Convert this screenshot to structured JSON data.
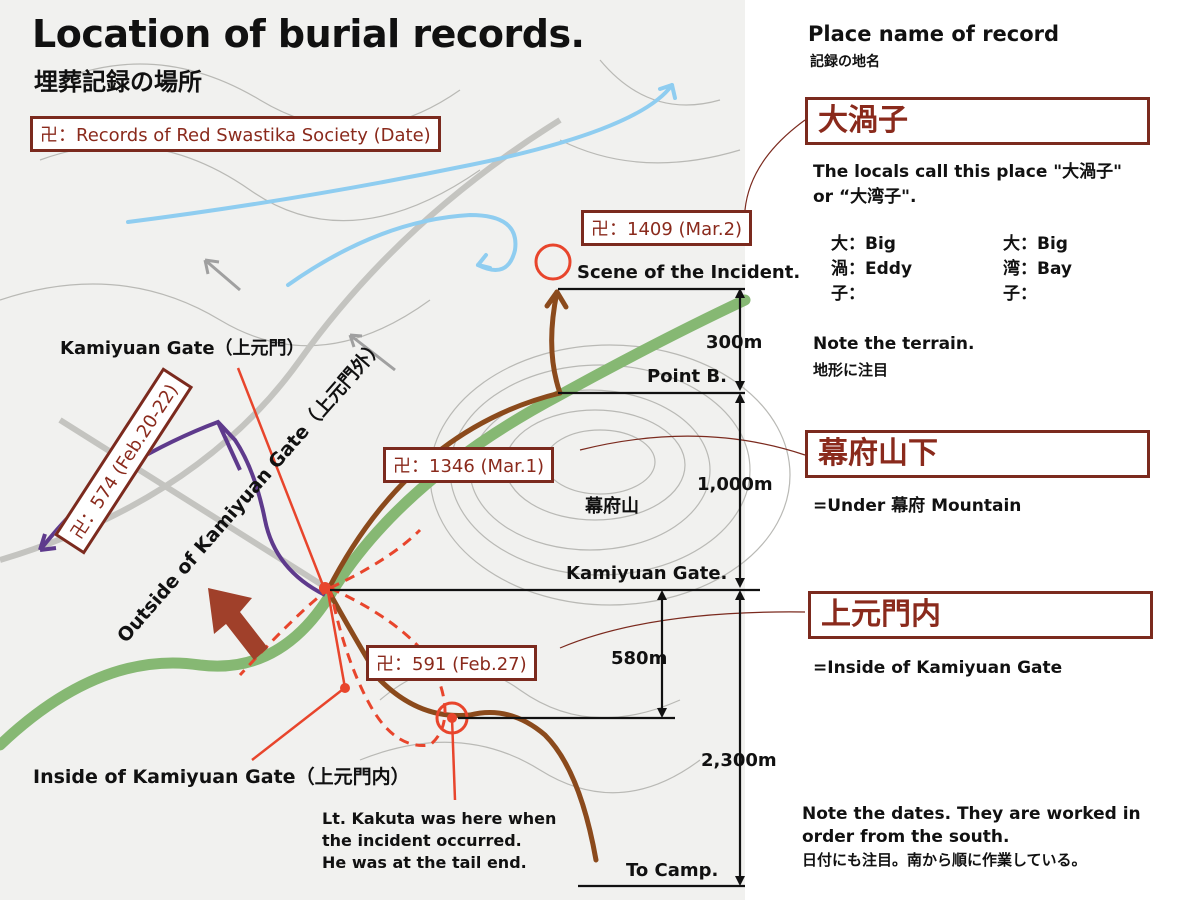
{
  "title": "Location of burial records.",
  "subtitle": "埋葬記録の場所",
  "legend_label": "卍：Records of Red Swastika Society (Date)",
  "records": {
    "r1409": "卍：1409 (Mar.2)",
    "r1346": "卍：1346 (Mar.1)",
    "r591": "卍：591 (Feb.27)",
    "r574": "卍：574 (Feb.20-22)"
  },
  "map_labels": {
    "scene": "Scene of the Incident.",
    "kamiyuan_gate": "Kamiyuan Gate（上元門）",
    "outside_gate": "Outside of Kamiyuan Gate（上元門外）",
    "inside_gate": "Inside of Kamiyuan Gate（上元門内）",
    "mountain": "幕府山",
    "kakuta_note": [
      "Lt. Kakuta was here when",
      "the incident occurred.",
      "He was at the tail end."
    ]
  },
  "scale": {
    "point_b": "Point B.",
    "kamiyuan_gate_tick": "Kamiyuan Gate.",
    "to_camp": "To Camp.",
    "d300": "300m",
    "d1000": "1,000m",
    "d580": "580m",
    "d2300": "2,300m"
  },
  "right_panel": {
    "heading": "Place name of record",
    "heading_jp": "記録の地名",
    "place1": {
      "name": "大渦子",
      "desc": [
        "The locals call this place \"大渦子\"",
        "or “大湾子\"."
      ],
      "chars_left": [
        "大：Big",
        "渦：Eddy",
        "子："
      ],
      "chars_right": [
        "大：Big",
        "湾：Bay",
        "子："
      ],
      "note": "Note the terrain.",
      "note_jp": "地形に注目"
    },
    "place2": {
      "name": "幕府山下",
      "desc": "=Under 幕府 Mountain"
    },
    "place3": {
      "name": "上元門内",
      "desc": "=Inside of Kamiyuan Gate"
    },
    "dates_note": [
      "Note the dates. They are worked in",
      "order from the south.",
      "日付にも注目。南から順に作業している。"
    ]
  },
  "colors": {
    "record_red": "#8a2a1c",
    "marker_red": "#e8452c",
    "road_green": "#86b873",
    "path_brown": "#8b4a1c",
    "river_blue": "#8fcdf0",
    "flow_purple": "#5e3a8c"
  }
}
